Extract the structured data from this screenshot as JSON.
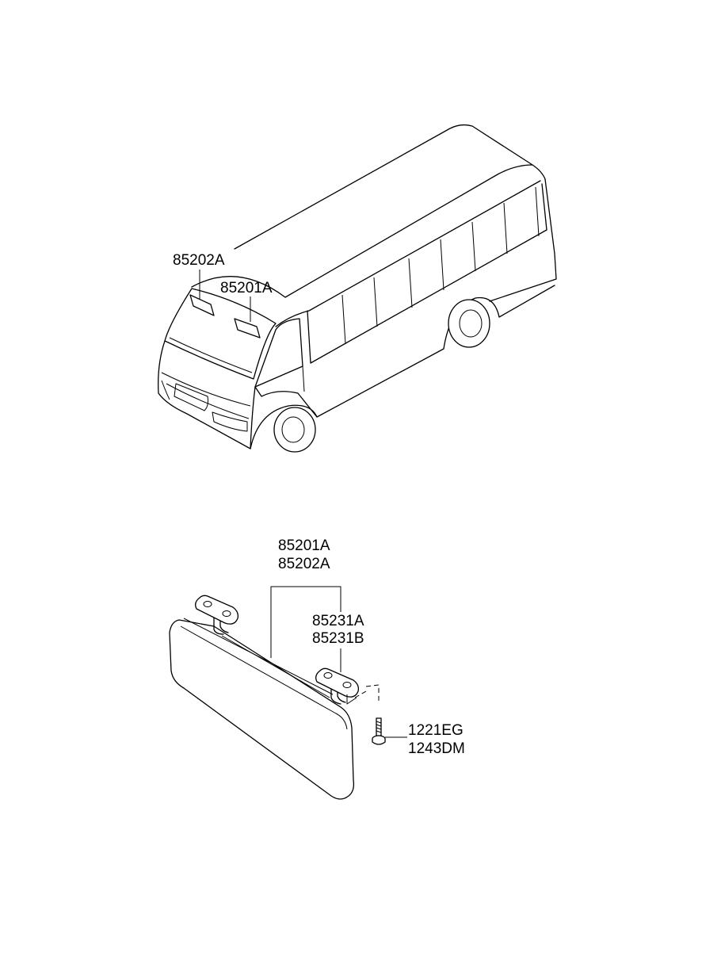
{
  "callouts": {
    "van_visor_right": "85202A",
    "van_visor_left": "85201A",
    "visor_assy_1": "85201A",
    "visor_assy_2": "85202A",
    "retainer_1": "85231A",
    "retainer_2": "85231B",
    "screw_1": "1221EG",
    "screw_2": "1243DM"
  }
}
